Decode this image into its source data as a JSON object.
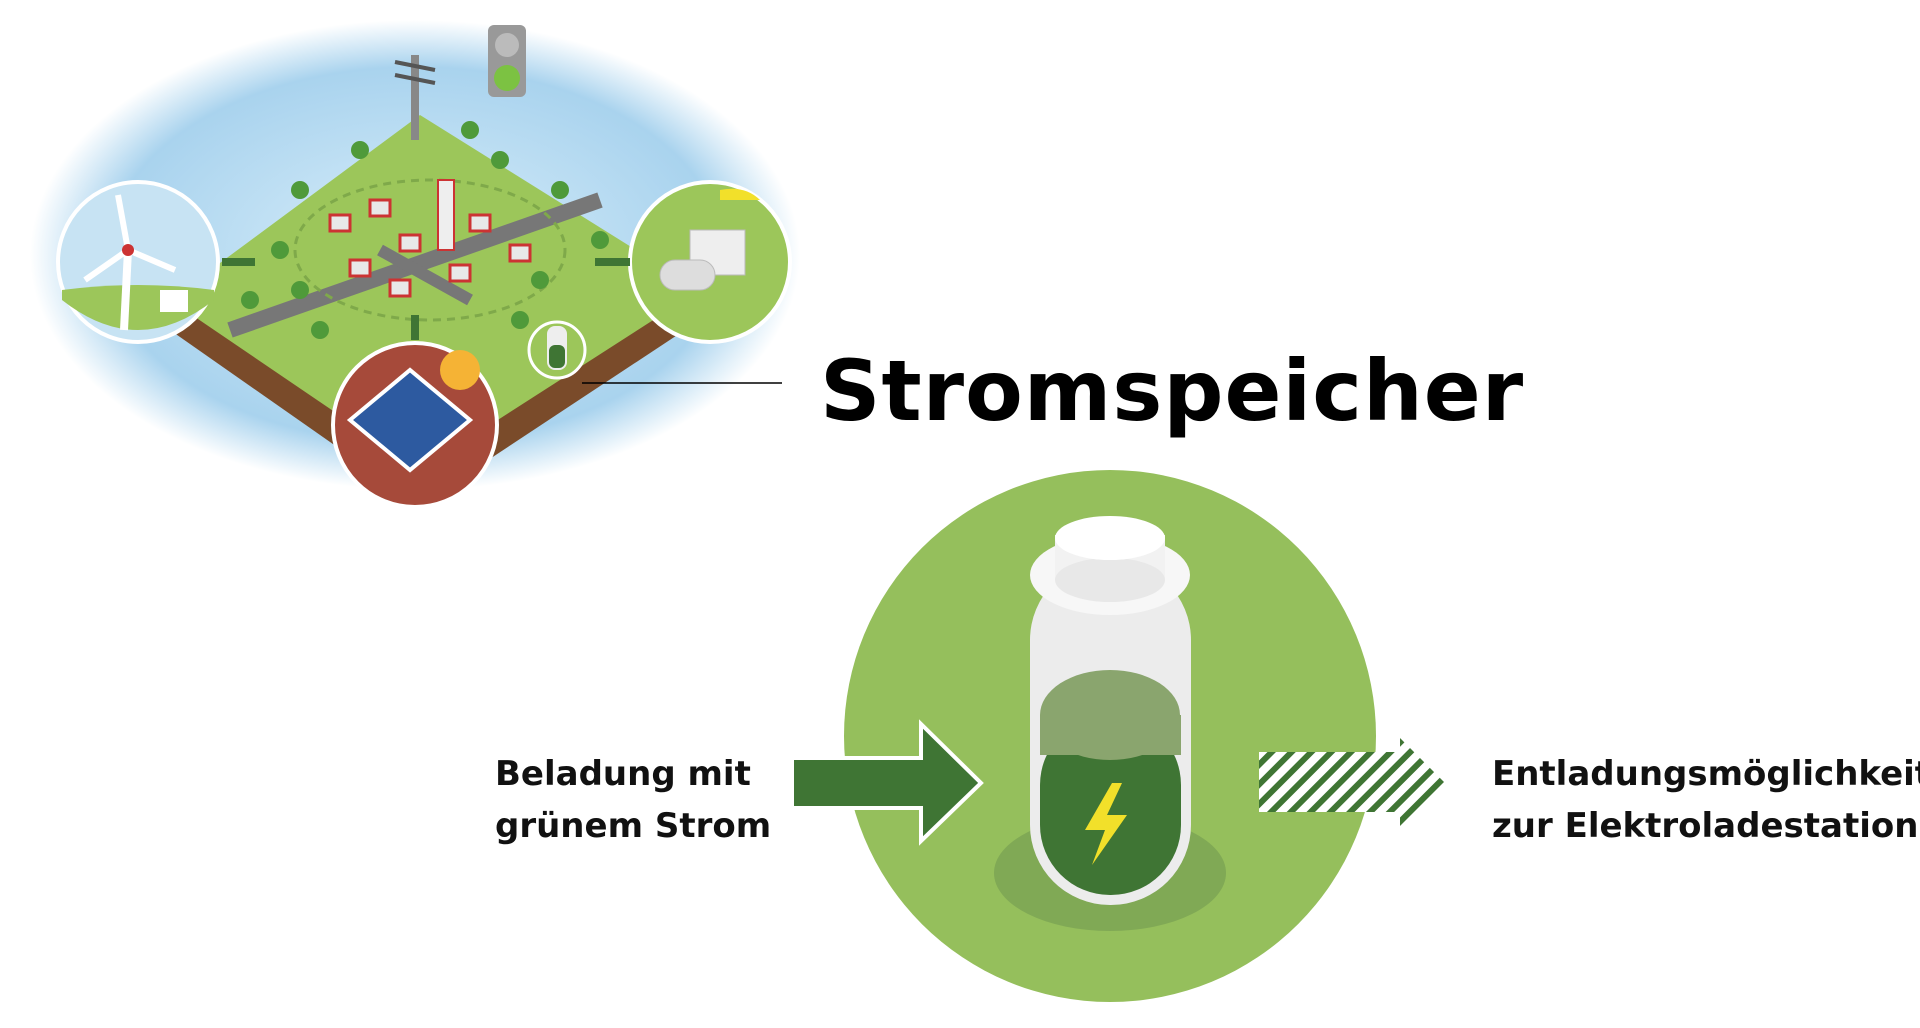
{
  "title": "Stromspeicher",
  "input_label": {
    "line1": "Beladung mit",
    "line2": "grünem Strom"
  },
  "output_label": {
    "line1": "Entladungsmöglichkeit",
    "line2": "zur Elektroladestation"
  },
  "colors": {
    "circle": "#95bf5c",
    "dark_green": "#3f7534",
    "charge_top": "#8aa56e",
    "bolt": "#f2e02a",
    "sky": "#a9d3ee",
    "grass": "#9cc65a",
    "soil": "#7a4b2a"
  },
  "icons": [
    "wind-turbine-icon",
    "solar-panel-icon",
    "battery-icon",
    "power-plant-icon",
    "traffic-light-icon",
    "power-pole-icon",
    "lightning-icon"
  ]
}
